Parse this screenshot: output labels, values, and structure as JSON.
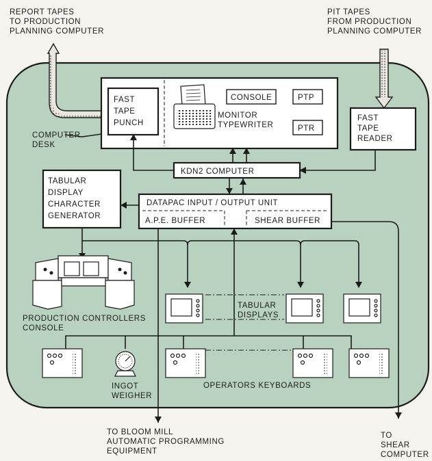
{
  "colors": {
    "panel": "#b9d2c0",
    "ink": "#1b1b1b",
    "paper": "#f6f4ee"
  },
  "labels": {
    "report_tapes": [
      "REPORT TAPES",
      "TO PRODUCTION",
      "PLANNING COMPUTER"
    ],
    "pit_tapes": [
      "PIT TAPES",
      "FROM PRODUCTION",
      "PLANNING COMPUTER"
    ],
    "fast_tape_punch": [
      "FAST",
      "TAPE",
      "PUNCH"
    ],
    "monitor_typewriter": [
      "MONITOR",
      "TYPEWRITER"
    ],
    "console": "CONSOLE",
    "ptp": "PTP",
    "ptr": "PTR",
    "fast_tape_reader": [
      "FAST",
      "TAPE",
      "READER"
    ],
    "computer_desk": [
      "COMPUTER",
      "DESK"
    ],
    "kdn2": "KDN2 COMPUTER",
    "tabular_generator": [
      "TABULAR",
      "DISPLAY",
      "CHARACTER",
      "GENERATOR"
    ],
    "datapac": "DATAPAC INPUT / OUTPUT UNIT",
    "ape_buffer": "A.P.E. BUFFER",
    "shear_buffer": "SHEAR BUFFER",
    "production_console": [
      "PRODUCTION CONTROLLERS",
      "CONSOLE"
    ],
    "tabular_displays": [
      "TABULAR",
      "DISPLAYS"
    ],
    "ingot_weigher": [
      "INGOT",
      "WEIGHER"
    ],
    "operators_keyboards": "OPERATORS KEYBOARDS",
    "bloom_mill": [
      "TO BLOOM MILL",
      "AUTOMATIC PROGRAMMING",
      "EQUIPMENT"
    ],
    "shear_computer": [
      "TO",
      "SHEAR",
      "COMPUTER"
    ]
  }
}
